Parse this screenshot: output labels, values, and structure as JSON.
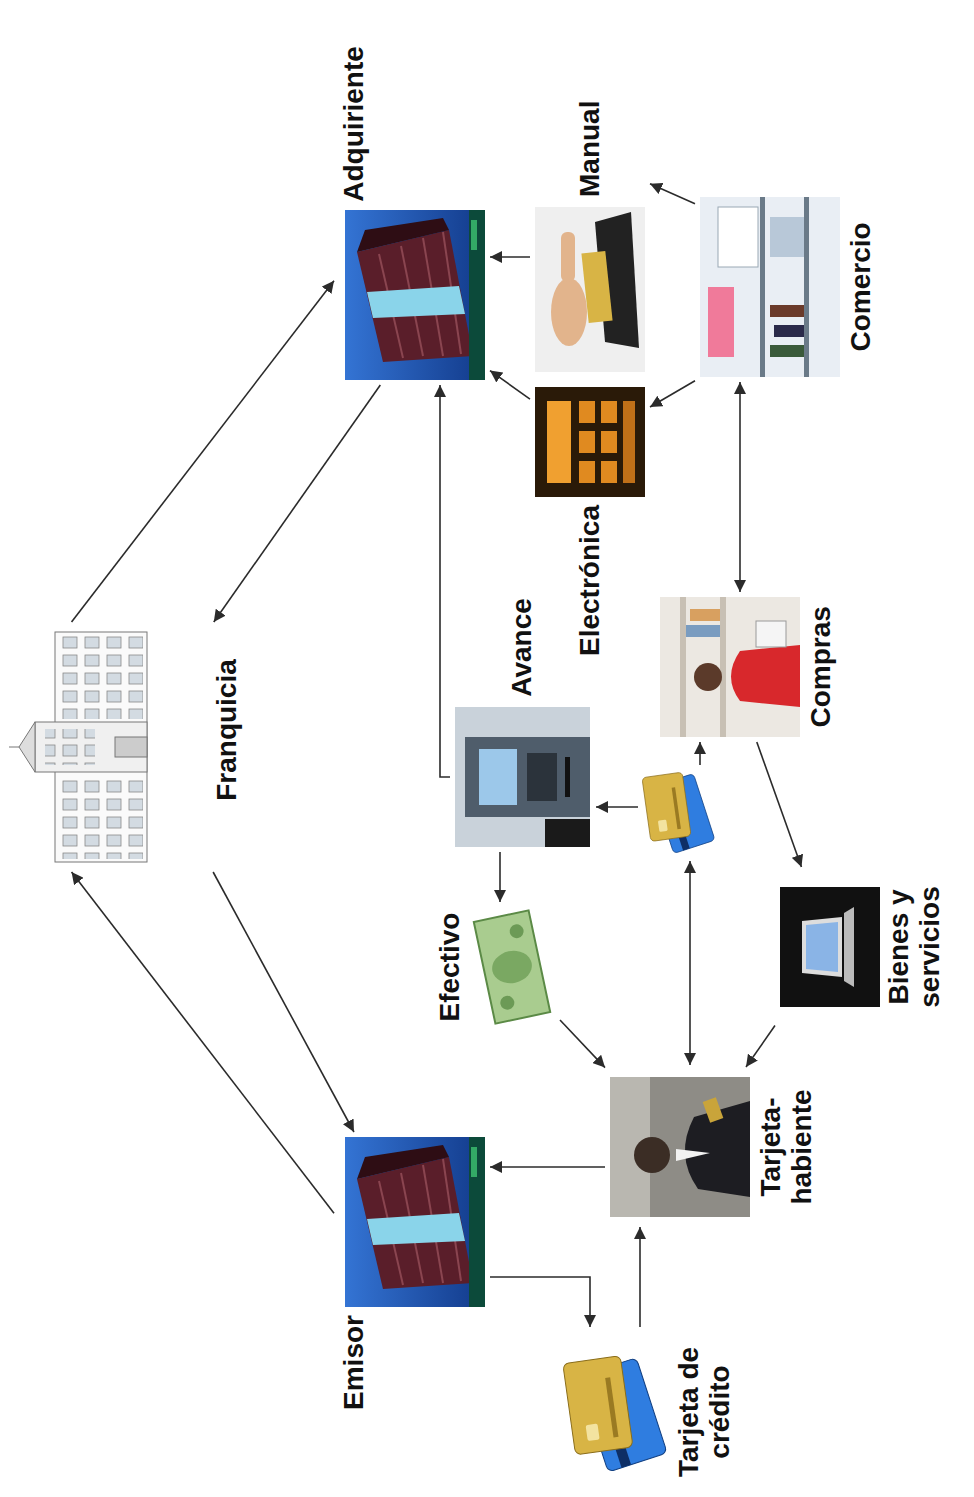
{
  "diagram": {
    "nodes": [
      {
        "text": [
          "Franquicia"
        ]
      },
      {
        "text": [
          "Emisor"
        ]
      },
      {
        "text": [
          "Adquiriente"
        ]
      },
      {
        "text": [
          "Tarjeta de crédito"
        ]
      },
      {
        "text": [
          "Tarjeta-habiente"
        ]
      },
      {
        "text": [
          "Avance"
        ]
      },
      {
        "text": [
          "Efectivo"
        ]
      },
      {
        "text": [
          "Compras"
        ]
      },
      {
        "text": [
          "Bienes y servicios"
        ]
      },
      {
        "text": [
          "Electrónica"
        ]
      },
      {
        "text": [
          "Manual"
        ]
      },
      {
        "text": [
          "Comercio"
        ]
      }
    ],
    "edges": [
      {
        "from": 1,
        "to": 0,
        "arrow": "to"
      },
      {
        "from": 0,
        "to": 1,
        "arrow": "to"
      },
      {
        "from": 0,
        "to": 2,
        "arrow": "to"
      },
      {
        "from": 2,
        "to": 0,
        "arrow": "to"
      },
      {
        "from": 1,
        "to": 3,
        "arrow": "to"
      },
      {
        "from": 3,
        "to": 4,
        "arrow": "to"
      },
      {
        "from": 4,
        "to": 1,
        "arrow": "to"
      },
      {
        "from": 5,
        "to": 6,
        "arrow": "to"
      },
      {
        "from": 5,
        "to": 2,
        "arrow": "to"
      },
      {
        "from": 6,
        "to": 4,
        "arrow": "to"
      },
      {
        "from": 7,
        "to": 11,
        "arrow": "both"
      },
      {
        "from": 7,
        "to": 8,
        "arrow": "to"
      },
      {
        "from": 8,
        "to": 4,
        "arrow": "to"
      },
      {
        "from": 11,
        "to": 9,
        "arrow": "to"
      },
      {
        "from": 9,
        "to": 2,
        "arrow": "to"
      },
      {
        "from": 11,
        "to": 10,
        "arrow": "to"
      },
      {
        "from": 10,
        "to": 2,
        "arrow": "to"
      }
    ]
  }
}
